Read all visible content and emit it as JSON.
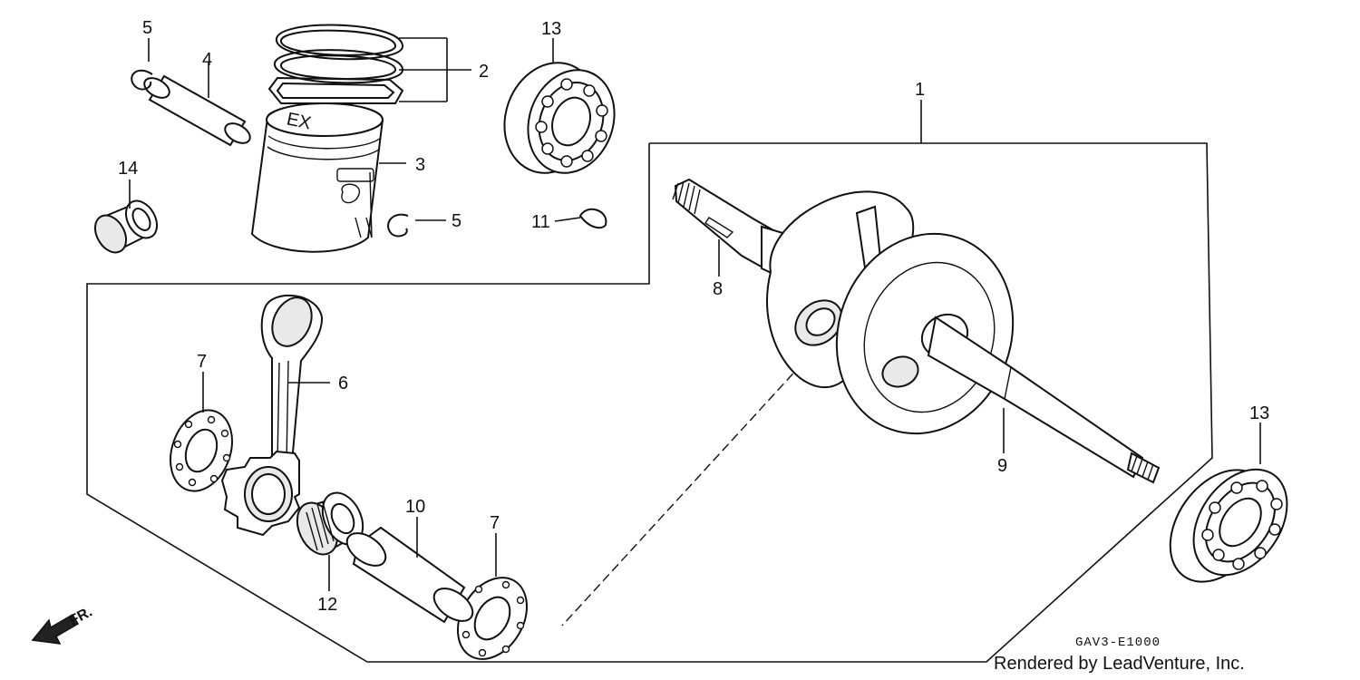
{
  "callouts": {
    "c1": "1",
    "c2": "2",
    "c3": "3",
    "c4": "4",
    "c5a": "5",
    "c5b": "5",
    "c6": "6",
    "c7a": "7",
    "c7b": "7",
    "c8": "8",
    "c9": "9",
    "c10": "10",
    "c11": "11",
    "c12": "12",
    "c13a": "13",
    "c13b": "13",
    "c14": "14"
  },
  "piston_mark": "EX",
  "direction_label": "FR.",
  "diagram_code": "GAV3-E1000",
  "credit": "Rendered by LeadVenture, Inc."
}
